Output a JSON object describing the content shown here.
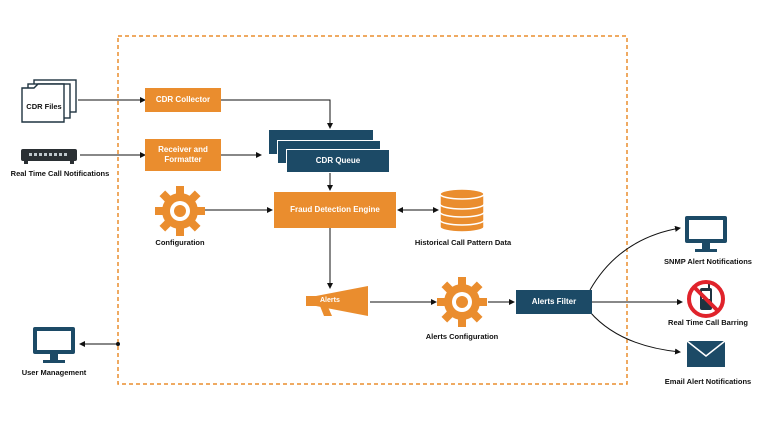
{
  "colors": {
    "orange": "#ea8d2e",
    "navy": "#1c4a66",
    "boundary": "#ea8d2e",
    "line": "#111111",
    "no_sign": "#e0232b"
  },
  "inputs": {
    "cdr_files": {
      "label": "CDR Files",
      "icon": "file-stack-icon"
    },
    "real_time": {
      "label": "Real Time Call Notifications",
      "icon": "network-switch-icon"
    }
  },
  "boxes": {
    "cdr_collector": "CDR Collector",
    "receiver": "Receiver and Formatter",
    "cdr_queue": "CDR Queue",
    "fraud_engine": "Fraud Detection Engine",
    "alerts_filter": "Alerts Filter"
  },
  "labels": {
    "configuration": "Configuration",
    "historical": "Historical Call Pattern Data",
    "alerts": "Alerts",
    "alerts_configuration": "Alerts Configuration",
    "user_management": "User Management"
  },
  "outputs": {
    "snmp": {
      "label": "SNMP Alert Notifications",
      "icon": "monitor-icon"
    },
    "barring": {
      "label": "Real Time Call Barring",
      "icon": "no-phone-icon"
    },
    "email": {
      "label": "Email Alert Notifications",
      "icon": "envelope-icon"
    }
  },
  "icons": {
    "gear": "gear-icon",
    "database": "database-icon",
    "megaphone": "megaphone-icon",
    "monitor": "monitor-icon"
  }
}
